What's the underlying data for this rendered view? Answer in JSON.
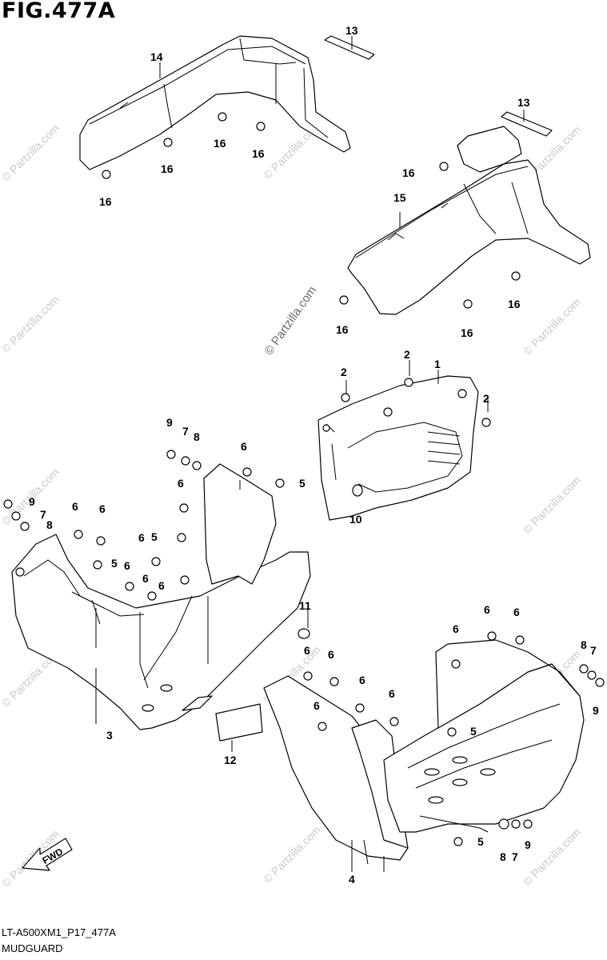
{
  "figure": {
    "title": "FIG.477A"
  },
  "footer": {
    "code": "LT-A500XM1_P17_477A",
    "name": "MUDGUARD"
  },
  "direction_arrow": {
    "label": "FWD"
  },
  "watermark": {
    "text": "© Partzilla.com"
  },
  "callouts": [
    "13",
    "14",
    "16",
    "16",
    "16",
    "16",
    "13",
    "16",
    "15",
    "16",
    "16",
    "16",
    "2",
    "2",
    "1",
    "2",
    "10",
    "9",
    "7",
    "8",
    "6",
    "5",
    "6",
    "9",
    "7",
    "8",
    "6",
    "6",
    "5",
    "6",
    "5",
    "6",
    "6",
    "6",
    "11",
    "3",
    "12",
    "6",
    "6",
    "6",
    "6",
    "6",
    "6",
    "6",
    "6",
    "5",
    "8",
    "7",
    "9",
    "8",
    "7",
    "9",
    "5",
    "4"
  ]
}
